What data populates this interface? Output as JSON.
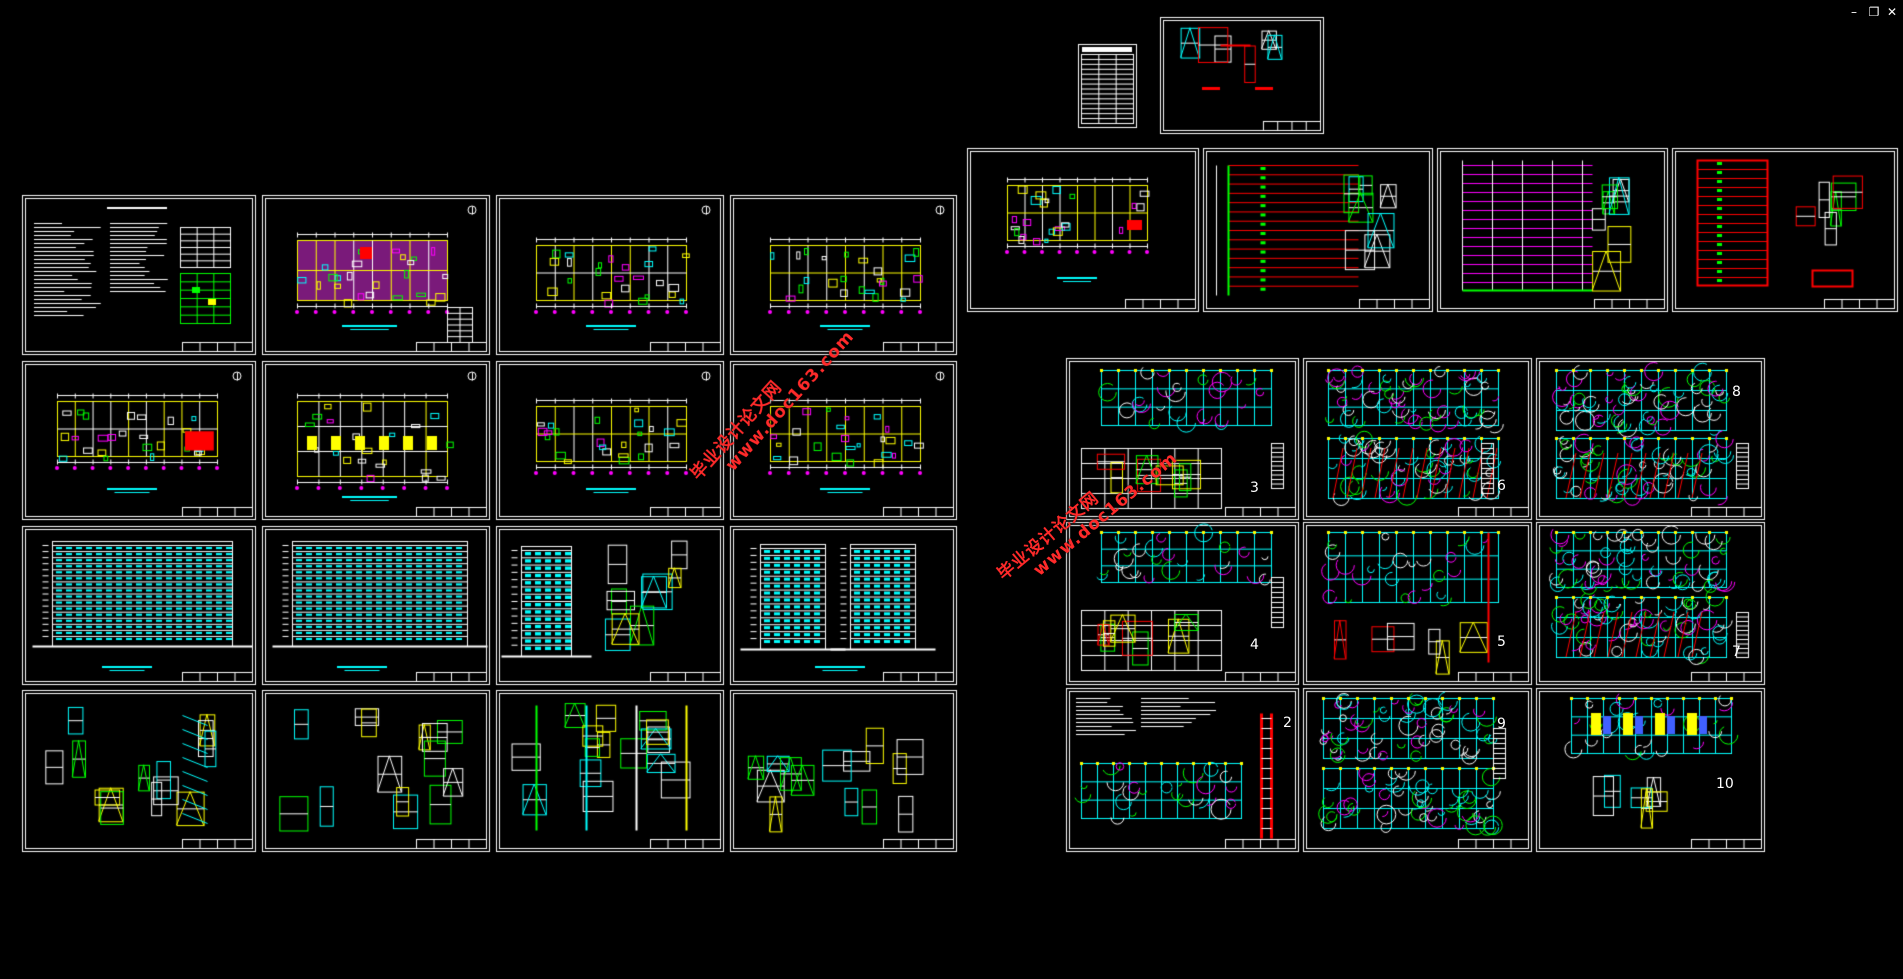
{
  "window": {
    "minimize_glyph": "–",
    "restore_glyph": "❐",
    "close_glyph": "✕"
  },
  "watermarks": [
    {
      "line1": "毕业设计论文网",
      "line2": "www.doc163.com"
    },
    {
      "line1": "毕业设计论文网",
      "line2": "www.doc163.com"
    }
  ],
  "sheet_numbers": [
    "3",
    "6",
    "8",
    "4",
    "5",
    "7",
    "2",
    "9",
    "10"
  ],
  "colors": {
    "background": "#000000",
    "frame": "#ffffff",
    "cyan": "#00ffff",
    "yellow": "#ffff00",
    "magenta": "#ff00ff",
    "green": "#00ff00",
    "red": "#ff0000",
    "blue": "#4060ff"
  }
}
